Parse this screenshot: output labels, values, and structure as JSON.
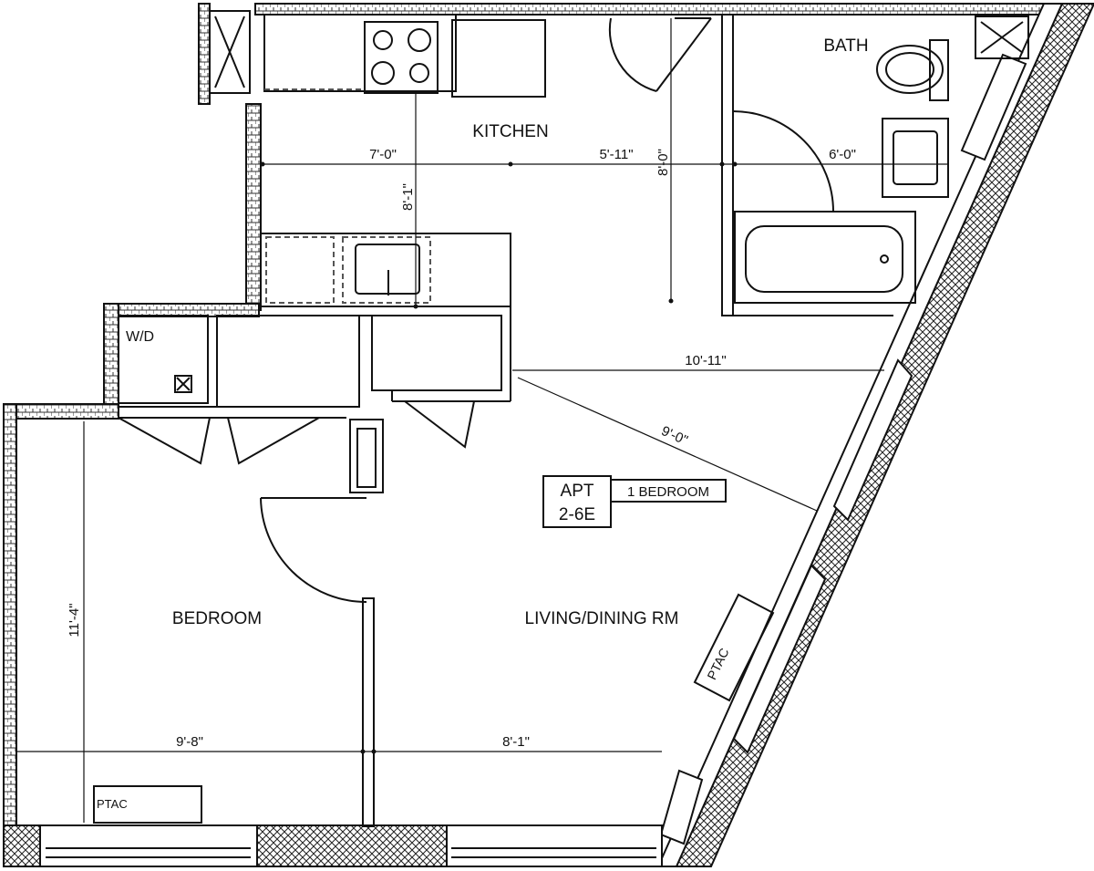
{
  "plan": {
    "unit_label_line1": "APT",
    "unit_label_line2": "2-6E",
    "unit_type": "1 BEDROOM"
  },
  "rooms": {
    "kitchen": "KITCHEN",
    "bath": "BATH",
    "bedroom": "BEDROOM",
    "living": "LIVING/DINING RM",
    "wd": "W/D"
  },
  "dimensions": {
    "kitchen_width_left": "7'-0\"",
    "kitchen_width_right": "5'-11\"",
    "kitchen_depth": "8'-1\"",
    "hall_depth": "8'-0\"",
    "bath_width": "6'-0\"",
    "living_depth_upper": "10'-11\"",
    "living_diagonal": "9'-0\"",
    "bedroom_depth": "11'-4\"",
    "bedroom_width": "9'-8\"",
    "living_width": "8'-1\""
  },
  "equipment": {
    "ptac_bedroom": "PTAC",
    "ptac_living": "PTAC"
  },
  "colors": {
    "line": "#111111",
    "dashed": "#555555",
    "hatch": "#333333",
    "background": "#ffffff"
  }
}
